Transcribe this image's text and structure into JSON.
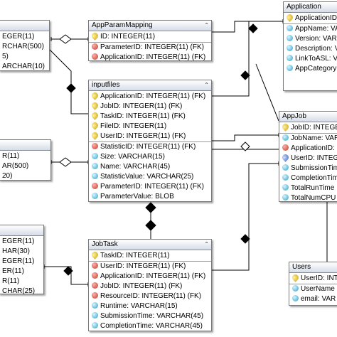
{
  "entities": {
    "left_top": {
      "rows": [
        {
          "text": "EGER(11)",
          "icon": "none"
        },
        {
          "text": "RCHAR(500)",
          "icon": "none"
        },
        {
          "text": "5)",
          "icon": "none"
        },
        {
          "text": "ARCHAR(10)",
          "icon": "none"
        }
      ]
    },
    "app_param_mapping": {
      "title": "AppParamMapping",
      "rows": [
        {
          "text": "ID: INTEGER(11)",
          "icon": "key-icon"
        },
        {
          "text": "ParameterID: INTEGER(11) (FK)",
          "icon": "fk-icon"
        },
        {
          "text": "ApplicationID: INTEGER(11) (FK)",
          "icon": "fk-icon"
        }
      ]
    },
    "application": {
      "title": "Application",
      "rows": [
        {
          "text": "ApplicationID: INT",
          "icon": "key-icon"
        },
        {
          "text": "AppName: VARCH",
          "icon": "attribute-icon"
        },
        {
          "text": "Version: VARCH",
          "icon": "attribute-icon"
        },
        {
          "text": "Description: VA",
          "icon": "attribute-icon"
        },
        {
          "text": "LinkToASL: VARCH",
          "icon": "attribute-icon"
        },
        {
          "text": "AppCategory: VA",
          "icon": "attribute-icon"
        }
      ]
    },
    "inputfiles": {
      "title": "inputfiles",
      "rows": [
        {
          "text": "ApplicationID: INTEGER(11) (FK)",
          "icon": "key-icon"
        },
        {
          "text": "JobID: INTEGER(11) (FK)",
          "icon": "key-icon"
        },
        {
          "text": "TaskID: INTEGER(11) (FK)",
          "icon": "key-icon"
        },
        {
          "text": "FileID: INTEGER(11)",
          "icon": "key-icon"
        },
        {
          "text": "UserID: INTEGER(11) (FK)",
          "icon": "key-icon"
        },
        {
          "text": "StatisticID: INTEGER(11) (FK)",
          "icon": "fk-icon"
        },
        {
          "text": "Size: VARCHAR(15)",
          "icon": "attribute-icon"
        },
        {
          "text": "Name: VARCHAR(45)",
          "icon": "attribute-icon"
        },
        {
          "text": "StatisticValue: VARCHAR(25)",
          "icon": "attribute-icon"
        },
        {
          "text": "ParameterID: INTEGER(11) (FK)",
          "icon": "fk-icon"
        },
        {
          "text": "ParameterValue: BLOB",
          "icon": "attribute-icon"
        }
      ]
    },
    "appjob": {
      "title": "AppJob",
      "rows": [
        {
          "text": "JobID: INTEGER",
          "icon": "key-icon"
        },
        {
          "text": "JobName: VARC",
          "icon": "attribute-icon"
        },
        {
          "text": "ApplicationID:",
          "icon": "fk-icon"
        },
        {
          "text": "UserID: INTEGER",
          "icon": "bluekey-icon"
        },
        {
          "text": "SubmissionTim",
          "icon": "attribute-icon"
        },
        {
          "text": "CompletionTim",
          "icon": "attribute-icon"
        },
        {
          "text": "TotalRunTime",
          "icon": "attribute-icon"
        },
        {
          "text": "TotalNumCPU",
          "icon": "attribute-icon"
        }
      ]
    },
    "left_mid": {
      "rows": [
        {
          "text": "R(11)",
          "icon": "none"
        },
        {
          "text": "AR(500)",
          "icon": "none"
        },
        {
          "text": "20)",
          "icon": "none"
        }
      ]
    },
    "left_bottom": {
      "rows": [
        {
          "text": "EGER(11)",
          "icon": "none"
        },
        {
          "text": "HAR(30)",
          "icon": "none"
        },
        {
          "text": "EGER(11)",
          "icon": "none"
        },
        {
          "text": "ER(11)",
          "icon": "none"
        },
        {
          "text": "R(11)",
          "icon": "none"
        },
        {
          "text": "CHAR(25)",
          "icon": "none"
        }
      ]
    },
    "jobtask": {
      "title": "JobTask",
      "rows": [
        {
          "text": "TaskID: INTEGER(11)",
          "icon": "key-icon"
        },
        {
          "text": "UserID: INTEGER(11) (FK)",
          "icon": "fk-icon"
        },
        {
          "text": "ApplicationID: INTEGER(11) (FK)",
          "icon": "fk-icon"
        },
        {
          "text": "JobID: INTEGER(11) (FK)",
          "icon": "fk-icon"
        },
        {
          "text": "ResourceID: INTEGER(11) (FK)",
          "icon": "fk-icon"
        },
        {
          "text": "Runtime: VARCHAR(15)",
          "icon": "attribute-icon"
        },
        {
          "text": "SubmissionTime: VARCHAR(45)",
          "icon": "attribute-icon"
        },
        {
          "text": "CompletionTime: VARCHAR(45)",
          "icon": "attribute-icon"
        }
      ]
    },
    "users": {
      "title": "Users",
      "rows": [
        {
          "text": "UserID: INTEGE",
          "icon": "key-icon"
        },
        {
          "text": "UserName",
          "icon": "attribute-icon"
        },
        {
          "text": "email: VAR",
          "icon": "attribute-icon"
        }
      ]
    }
  }
}
